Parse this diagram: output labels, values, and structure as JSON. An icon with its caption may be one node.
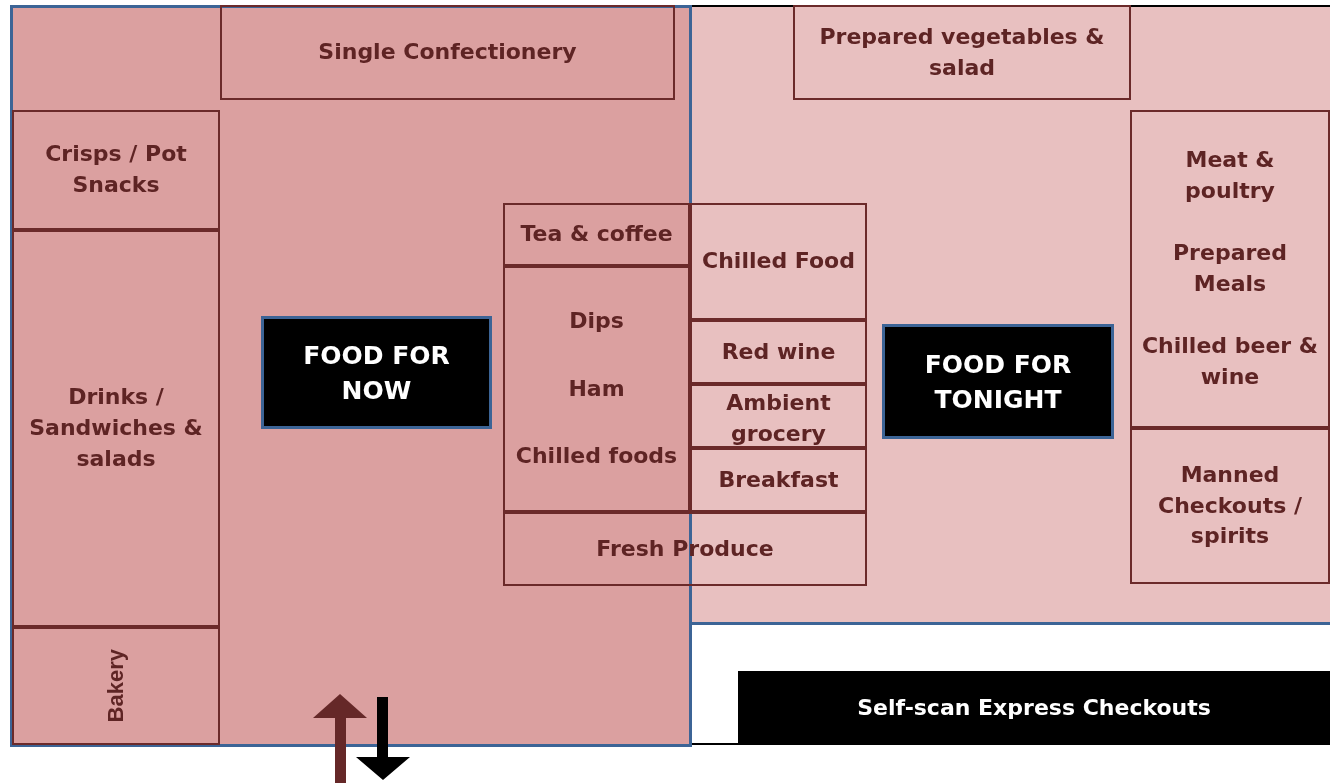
{
  "diagram": {
    "nodes": [
      {
        "text": [
          "Single Confectionery"
        ]
      },
      {
        "text": [
          "Prepared vegetables & salad"
        ]
      },
      {
        "text": [
          "Crisps / Pot Snacks"
        ]
      },
      {
        "text": [
          "Meat & poultry",
          "Prepared Meals",
          "Chilled beer & wine"
        ]
      },
      {
        "text": [
          "Tea & coffee"
        ]
      },
      {
        "text": [
          "Chilled Food"
        ]
      },
      {
        "text": [
          "Dips",
          "Ham",
          "Chilled foods"
        ]
      },
      {
        "text": [
          "FOOD FOR NOW"
        ]
      },
      {
        "text": [
          "Red wine"
        ]
      },
      {
        "text": [
          "FOOD FOR TONIGHT"
        ]
      },
      {
        "text": [
          "Drinks / Sandwiches & salads"
        ]
      },
      {
        "text": [
          "Ambient grocery"
        ]
      },
      {
        "text": [
          "Manned Checkouts / spirits"
        ]
      },
      {
        "text": [
          "Breakfast"
        ]
      },
      {
        "text": [
          "Fresh Produce"
        ]
      },
      {
        "text": [
          "Bakery"
        ]
      },
      {
        "text": [
          "Self-scan Express Checkouts"
        ]
      }
    ],
    "edges": []
  }
}
